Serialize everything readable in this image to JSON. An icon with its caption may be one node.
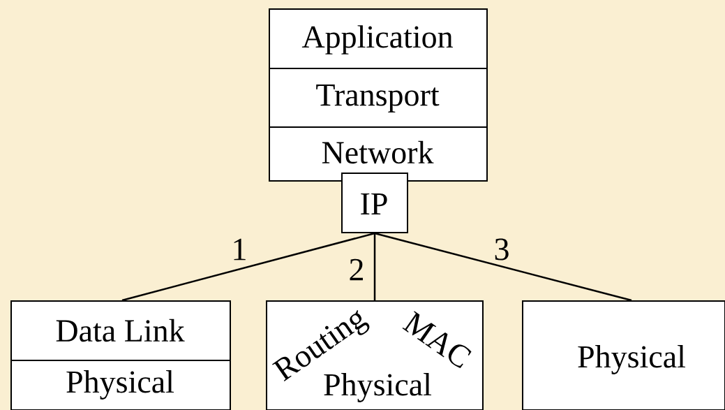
{
  "diagram": {
    "nodes": [
      {
        "text": [
          "Application"
        ]
      },
      {
        "text": [
          "Transport"
        ]
      },
      {
        "text": [
          "Network"
        ]
      },
      {
        "text": [
          "IP"
        ]
      },
      {
        "text": [
          "Data Link"
        ]
      },
      {
        "text": [
          "Physical"
        ]
      },
      {
        "text": [
          "Routing",
          "MAC",
          "Physical"
        ]
      },
      {
        "text": [
          "Physical"
        ]
      }
    ],
    "edges": [
      {
        "from": 3,
        "to": 4,
        "arrow": "none",
        "label": "1"
      },
      {
        "from": 3,
        "to": 6,
        "arrow": "none",
        "label": "2"
      },
      {
        "from": 3,
        "to": 7,
        "arrow": "none",
        "label": "3"
      }
    ]
  }
}
